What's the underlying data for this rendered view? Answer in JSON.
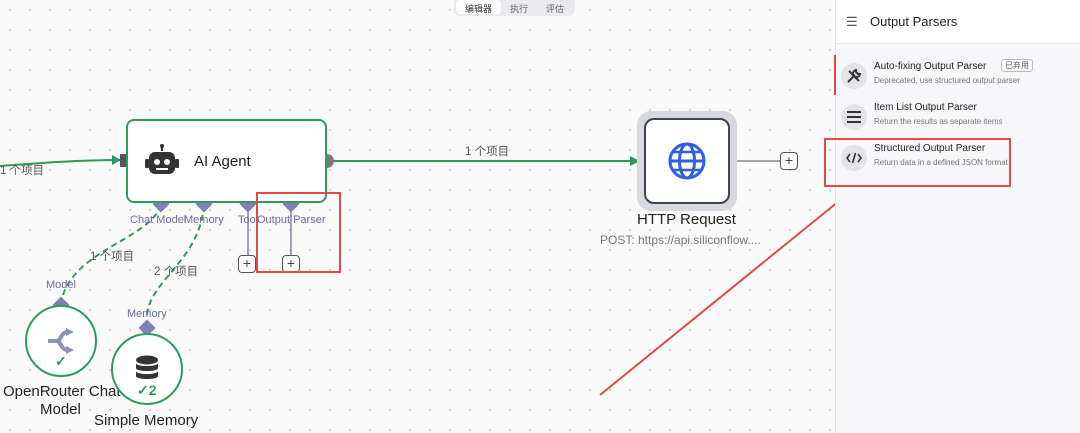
{
  "tabs": [
    "编辑器",
    "执行",
    "评估"
  ],
  "agent": {
    "title": "AI Agent",
    "icon": "robot-icon"
  },
  "http": {
    "title": "HTTP Request",
    "subtitle": "POST: https://api.siliconflow....",
    "icon": "globe-icon"
  },
  "ports": {
    "chat_model": "Chat Model",
    "memory": "Memory",
    "tool": "Tool",
    "output_parser": "Output Parser"
  },
  "edges": {
    "incoming": "1 个项目",
    "agent_to_http": "1 个项目",
    "model_link": "1 个项目",
    "memory_link": "2 个项目"
  },
  "model_node": {
    "port": "Model",
    "title_line1": "OpenRouter Chat",
    "title_line2": "Model",
    "icon": "openrouter-icon"
  },
  "memory_node": {
    "port": "Memory",
    "title": "Simple Memory",
    "count": "2",
    "icon": "database-icon"
  },
  "panel": {
    "title": "Output Parsers",
    "items": [
      {
        "name": "Auto-fixing Output Parser",
        "badge": "已弃用",
        "desc": "Deprecated, use structured output parser",
        "icon": "tools-icon"
      },
      {
        "name": "Item List Output Parser",
        "desc": "Return the results as separate items",
        "icon": "list-icon"
      },
      {
        "name": "Structured Output Parser",
        "desc": "Return data in a defined JSON format",
        "icon": "code-icon"
      }
    ]
  },
  "colors": {
    "success": "#2e9b5c",
    "highlight": "#e04b47",
    "port": "#7f80b5",
    "http": "#2f5fe0"
  }
}
